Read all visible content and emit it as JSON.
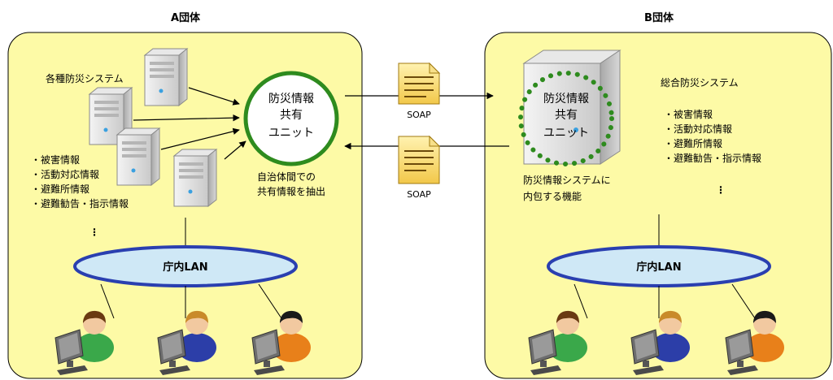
{
  "group_a": {
    "title": "A団体",
    "systems_label": "各種防災システム",
    "info_items": [
      "・被害情報",
      "・活動対応情報",
      "・避難所情報",
      "・避難勧告・指示情報"
    ],
    "ellipsis": "⋮",
    "unit_lines": [
      "防災情報",
      "共有",
      "ユニット"
    ],
    "extract_note": [
      "自治体間での",
      "共有情報を抽出"
    ],
    "lan_label": "庁内LAN"
  },
  "group_b": {
    "title": "B団体",
    "system_label": "総合防災システム",
    "info_items": [
      "・被害情報",
      "・活動対応情報",
      "・避難所情報",
      "・避難勧告・指示情報"
    ],
    "ellipsis": "⋮",
    "unit_lines": [
      "防災情報",
      "共有",
      "ユニット"
    ],
    "builtin_note": [
      "防災情報システムに",
      "内包する機能"
    ],
    "lan_label": "庁内LAN"
  },
  "messages": [
    {
      "label": "SOAP",
      "direction": "A→B"
    },
    {
      "label": "SOAP",
      "direction": "B→A"
    }
  ],
  "colors": {
    "panel_fill": "#fdfaa6",
    "unit_ring_a": "#2e8b1e",
    "unit_ring_b_dots": "#2e8b1e",
    "lan_fill": "#cfe8f6",
    "lan_stroke": "#2a3fb0"
  }
}
